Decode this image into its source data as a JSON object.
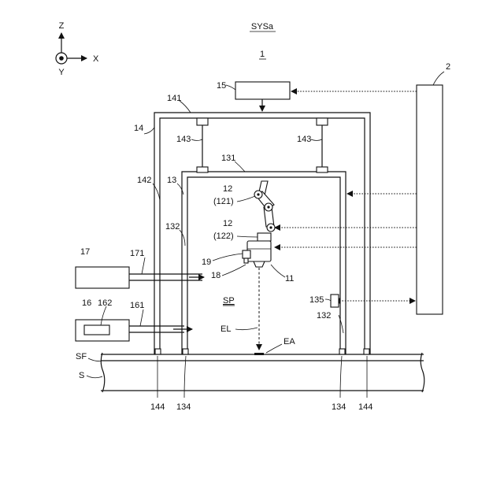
{
  "diagram": {
    "title": "SYSa",
    "system_number": "1",
    "axes": {
      "z": "Z",
      "x": "X",
      "y": "Y"
    },
    "labels": {
      "l2": "2",
      "l15": "15",
      "l141": "141",
      "l14": "14",
      "l143a": "143",
      "l143b": "143",
      "l131": "131",
      "l142": "142",
      "l13": "13",
      "l12a": "12",
      "l121": "(121)",
      "l12b": "12",
      "l122": "(122)",
      "l132a": "132",
      "l132b": "132",
      "l17": "17",
      "l171": "171",
      "l19": "19",
      "l18": "18",
      "l11": "11",
      "lSP": "SP",
      "l135": "135",
      "l16": "16",
      "l162": "162",
      "l161": "161",
      "lEL": "EL",
      "lEA": "EA",
      "lSF": "SF",
      "lS": "S",
      "l144a": "144",
      "l134a": "134",
      "l134b": "134",
      "l144b": "144"
    }
  }
}
